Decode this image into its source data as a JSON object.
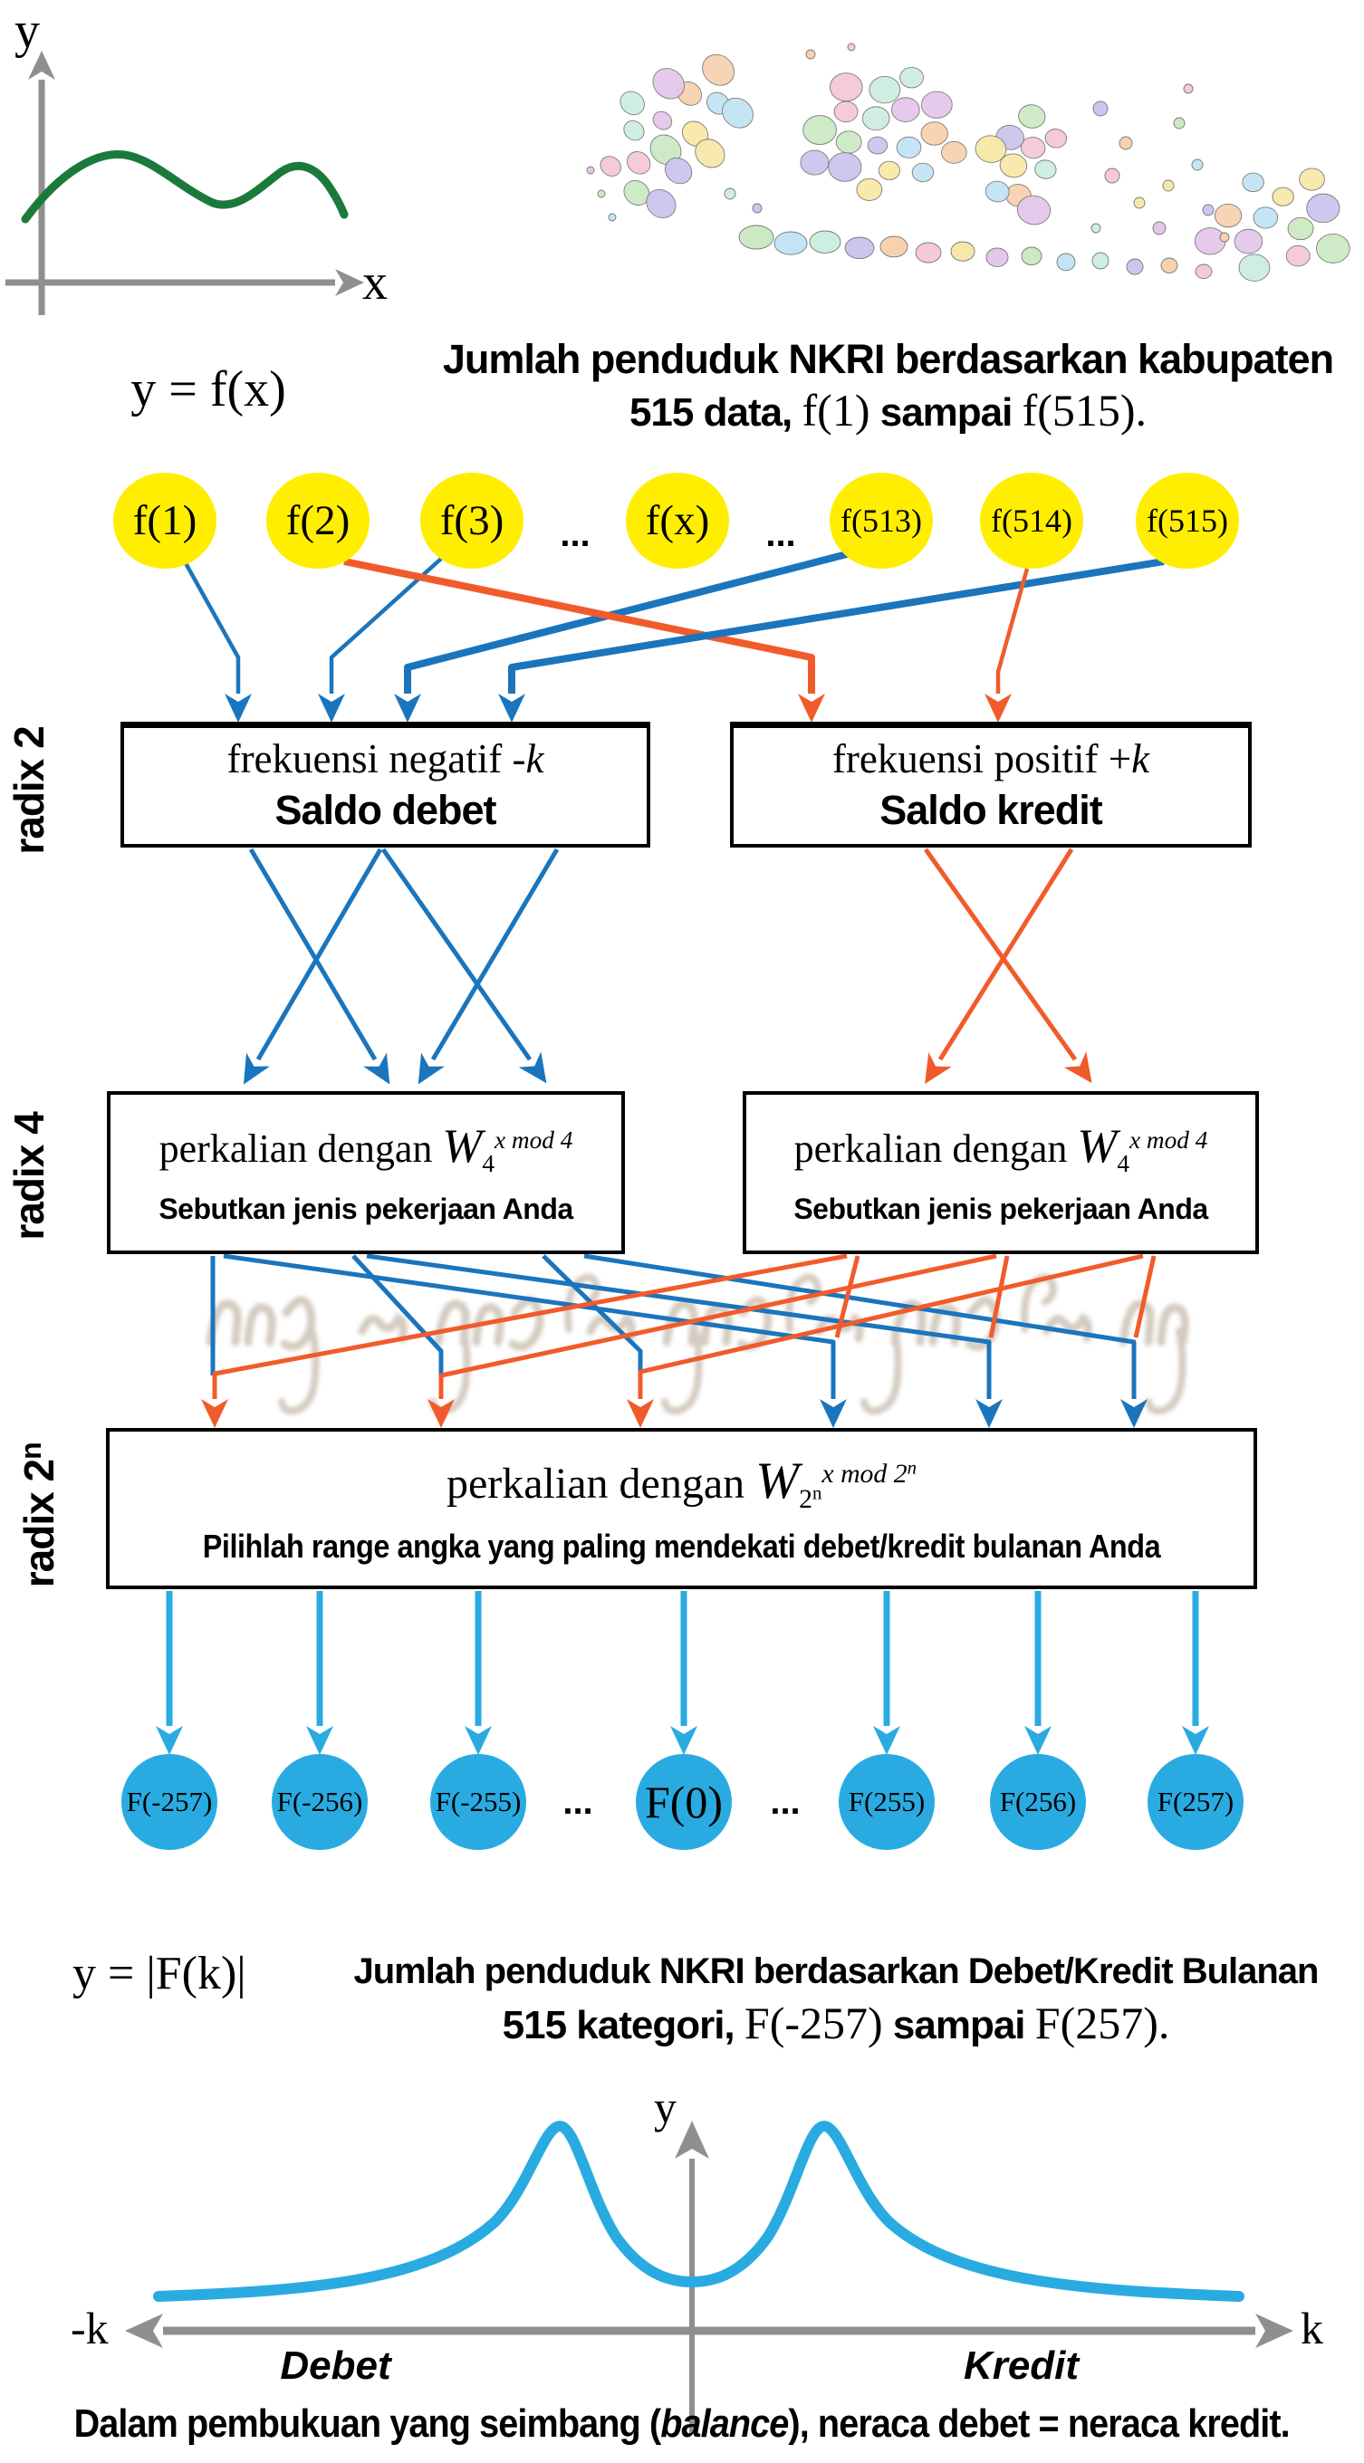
{
  "palette": {
    "blue": "#1b75bc",
    "orange": "#f15b2b",
    "cyan": "#29abe2",
    "yellow": "#ffee00",
    "green": "#1b7a3b",
    "gray": "#8f8f8f"
  },
  "mini_chart": {
    "y_label": "y",
    "x_label": "x",
    "formula": "y = f(x)"
  },
  "header": {
    "title_line1": "Jumlah penduduk NKRI berdasarkan kabupaten",
    "title_line2": {
      "part1": "515 data,",
      "f_start": "f(1)",
      "part2": "sampai",
      "f_end": "f(515)."
    }
  },
  "top_nodes": [
    {
      "label": "f(1)"
    },
    {
      "label": "f(2)"
    },
    {
      "label": "f(3)"
    },
    {
      "label": "..."
    },
    {
      "label": "f(x)"
    },
    {
      "label": "..."
    },
    {
      "label": "f(513)"
    },
    {
      "label": "f(514)"
    },
    {
      "label": "f(515)"
    }
  ],
  "radix_labels": {
    "r2": "radix 2",
    "r4": "radix 4",
    "r2n_base": "radix 2",
    "r2n_sup": "n"
  },
  "stage1": {
    "left": {
      "line1_prefix": "frekuensi negatif -",
      "line1_var": "k",
      "line2": "Saldo debet"
    },
    "right": {
      "line1_prefix": "frekuensi positif +",
      "line1_var": "k",
      "line2": "Saldo kredit"
    }
  },
  "stage2": {
    "left": {
      "prefix": "perkalian dengan ",
      "w": "W",
      "sub": "4",
      "sup": "x mod 4",
      "line2": "Sebutkan jenis pekerjaan Anda"
    },
    "right": {
      "prefix": "perkalian dengan ",
      "w": "W",
      "sub": "4",
      "sup": "x mod 4",
      "line2": "Sebutkan jenis pekerjaan Anda"
    }
  },
  "stage3": {
    "prefix": "perkalian dengan ",
    "w": "W",
    "sub_base": "2",
    "sub_sup": "n",
    "sup_base": "x mod 2",
    "sup_sup": "n",
    "line2": "Pilihlah range angka yang paling mendekati debet/kredit bulanan Anda"
  },
  "bottom_nodes": [
    {
      "label": "F(-257)"
    },
    {
      "label": "F(-256)"
    },
    {
      "label": "F(-255)"
    },
    {
      "label": "..."
    },
    {
      "label": "F(0)"
    },
    {
      "label": "..."
    },
    {
      "label": "F(255)"
    },
    {
      "label": "F(256)"
    },
    {
      "label": "F(257)"
    }
  ],
  "footer": {
    "formula": "y = |F(k)|",
    "title_line1": "Jumlah penduduk NKRI berdasarkan Debet/Kredit Bulanan",
    "title_line2": {
      "part1": "515 kategori,",
      "f_start": "F(-257)",
      "part2": "sampai",
      "f_end": "F(257)."
    }
  },
  "bottom_chart": {
    "y_label": "y",
    "k_label": "k",
    "minus_k_label": "-k",
    "debet_label": "Debet",
    "kredit_label": "Kredit"
  },
  "caption": {
    "part1": "Dalam pembukuan yang seimbang (",
    "italic": "balance",
    "part2": "), neraca debet = neraca kredit."
  }
}
